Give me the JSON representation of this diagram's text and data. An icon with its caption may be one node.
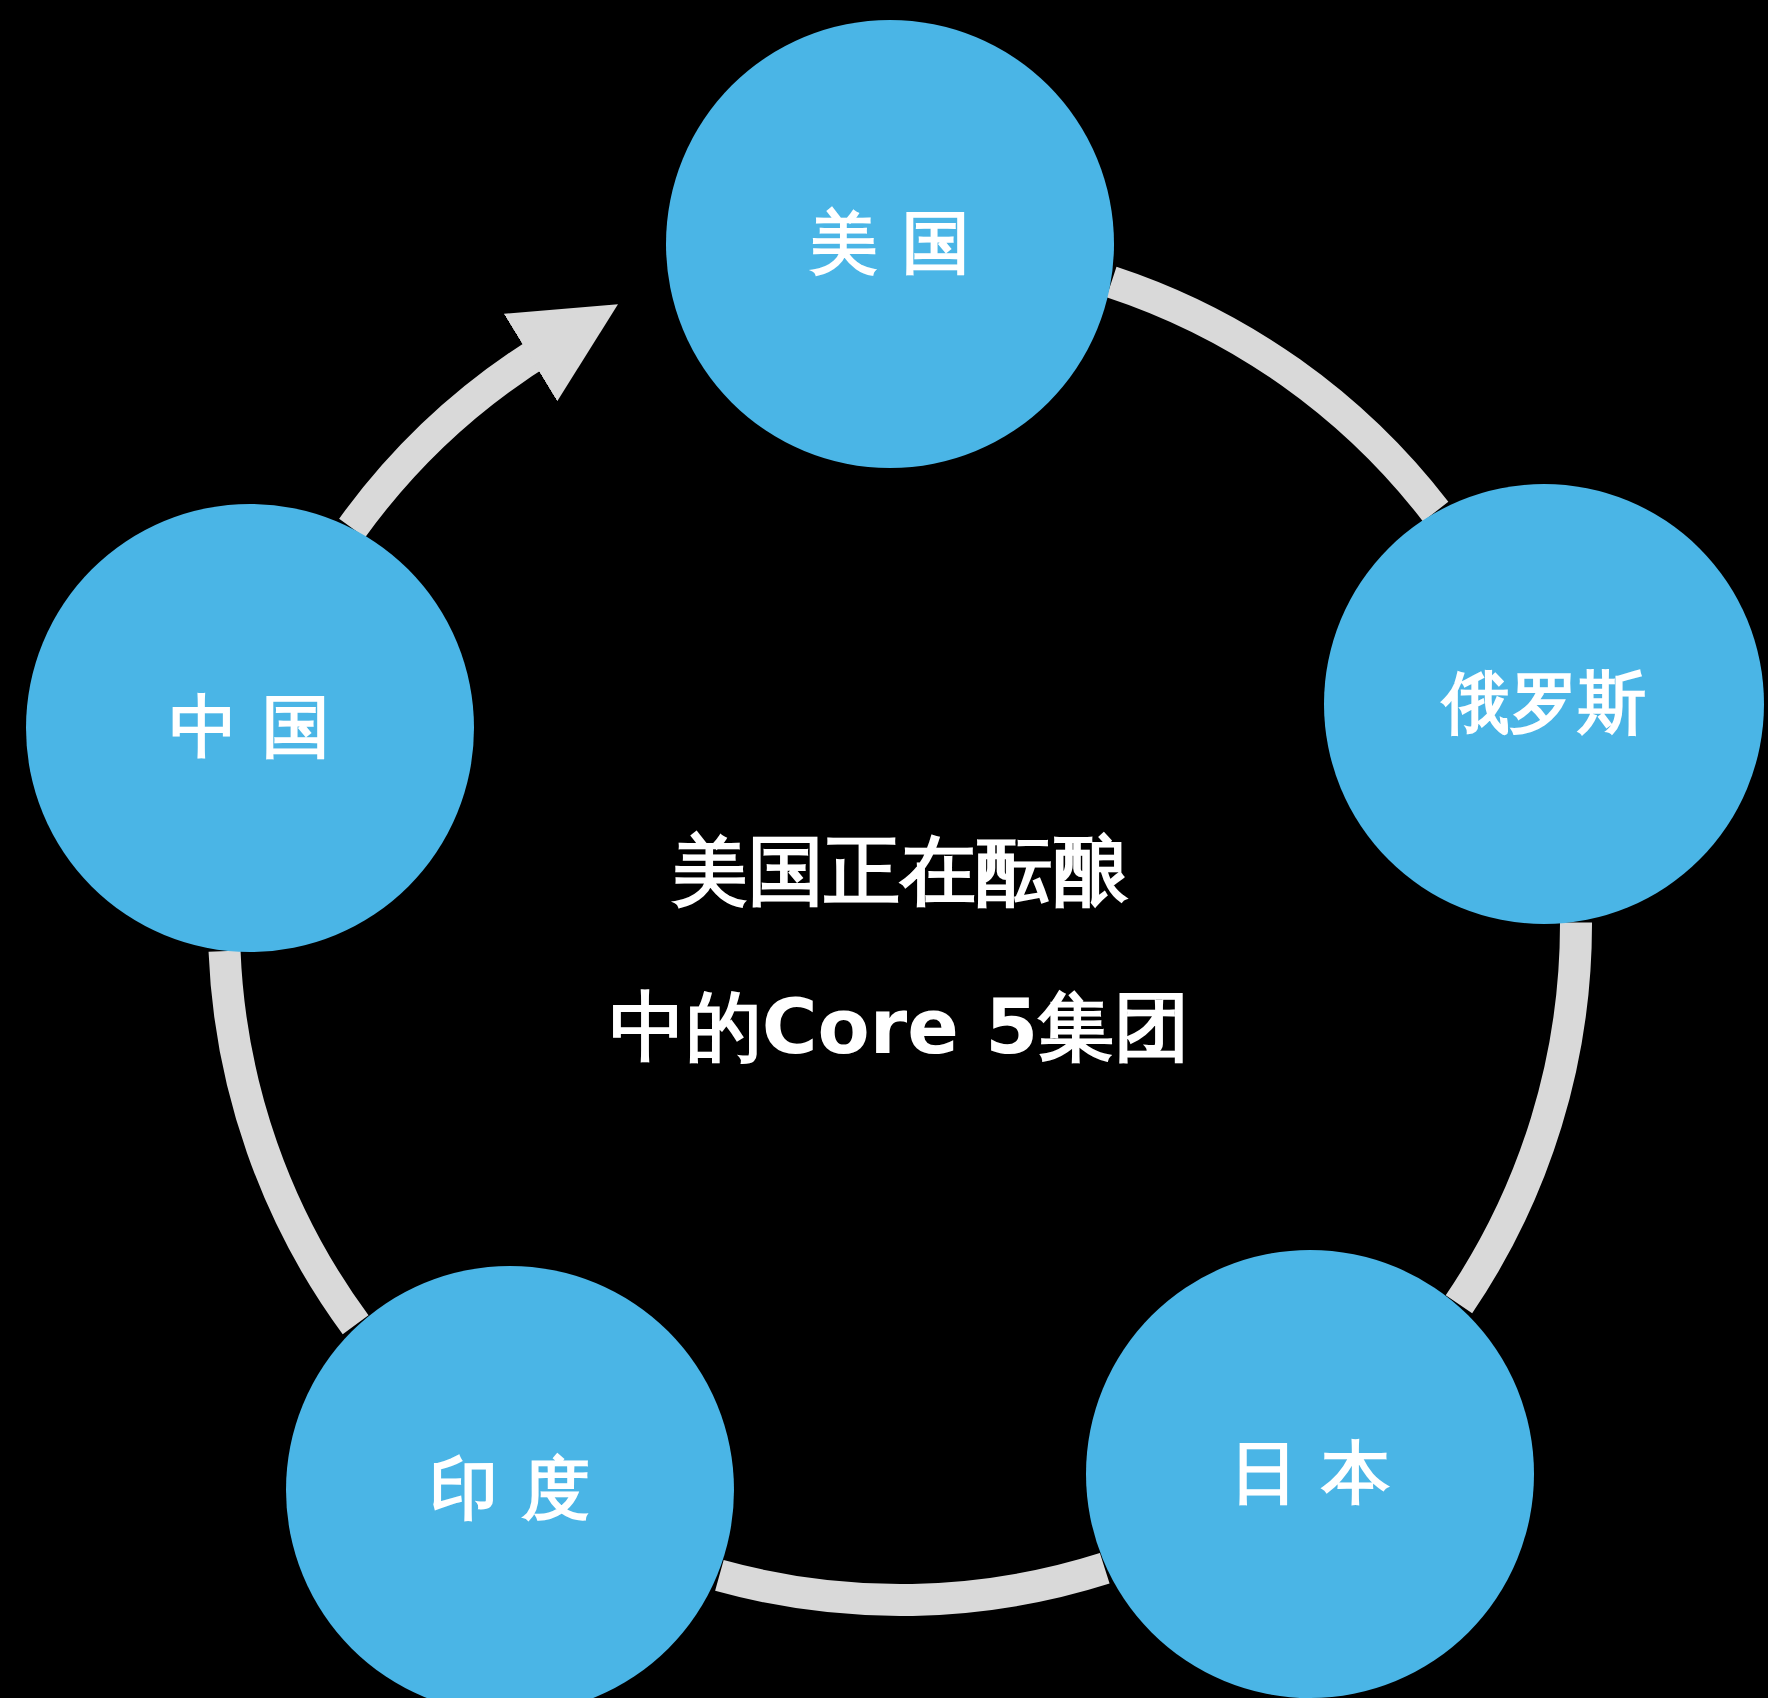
{
  "diagram": {
    "nodes": [
      {
        "text": [
          "美 国"
        ]
      },
      {
        "text": [
          "俄罗斯"
        ]
      },
      {
        "text": [
          "日 本"
        ]
      },
      {
        "text": [
          "印 度"
        ]
      },
      {
        "text": [
          "中 国"
        ]
      }
    ],
    "edges": [
      {
        "from": 0,
        "to": 1,
        "arrow": "none"
      },
      {
        "from": 1,
        "to": 2,
        "arrow": "none"
      },
      {
        "from": 2,
        "to": 3,
        "arrow": "none"
      },
      {
        "from": 3,
        "to": 4,
        "arrow": "none"
      },
      {
        "from": 4,
        "to": 0,
        "arrow": "to"
      }
    ],
    "labels": [
      "美国正在酝酿",
      "中的Core 5集团"
    ]
  }
}
